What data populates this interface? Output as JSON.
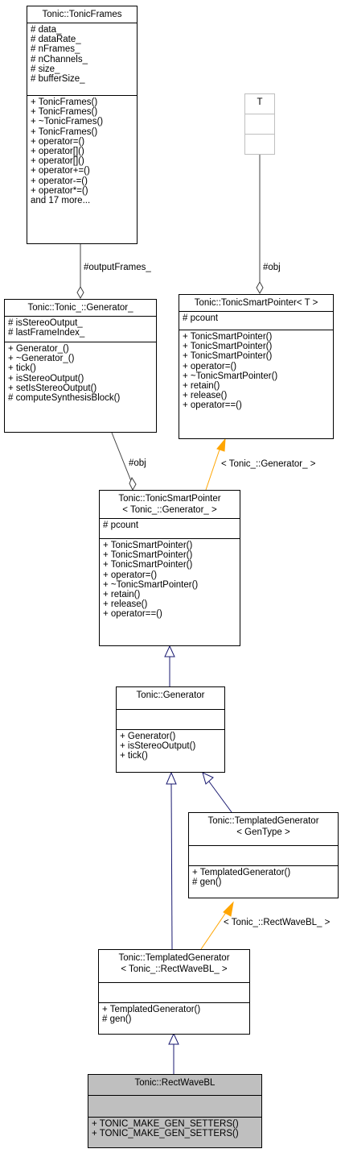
{
  "classes": {
    "tonic_frames": {
      "name": "Tonic::TonicFrames",
      "attributes": [
        "# data_",
        "# dataRate_",
        "# nFrames_",
        "# nChannels_",
        "# size_",
        "# bufferSize_"
      ],
      "methods": [
        "+ TonicFrames()",
        "+ TonicFrames()",
        "+ ~TonicFrames()",
        "+ TonicFrames()",
        "+ operator=()",
        "+ operator[]()",
        "+ operator[]()",
        "+ operator+=()",
        "+ operator-=()",
        "+ operator*=()",
        "and 17 more..."
      ]
    },
    "template_t": {
      "name": "T"
    },
    "generator_underscore": {
      "name": "Tonic::Tonic_::Generator_",
      "attributes": [
        "# isStereoOutput_",
        "# lastFrameIndex_"
      ],
      "methods": [
        "+ Generator_()",
        "+ ~Generator_()",
        "+ tick()",
        "+ isStereoOutput()",
        "+ setIsStereoOutput()",
        "# computeSynthesisBlock()"
      ]
    },
    "smart_pointer_t": {
      "name": "Tonic::TonicSmartPointer< T >",
      "attributes": [
        "# pcount"
      ],
      "methods": [
        "+ TonicSmartPointer()",
        "+ TonicSmartPointer()",
        "+ TonicSmartPointer()",
        "+ operator=()",
        "+ ~TonicSmartPointer()",
        "+ retain()",
        "+ release()",
        "+ operator==()"
      ]
    },
    "smart_pointer_gen": {
      "name_line1": "Tonic::TonicSmartPointer",
      "name_line2": "< Tonic_::Generator_ >",
      "attributes": [
        "# pcount"
      ],
      "methods": [
        "+ TonicSmartPointer()",
        "+ TonicSmartPointer()",
        "+ TonicSmartPointer()",
        "+ operator=()",
        "+ ~TonicSmartPointer()",
        "+ retain()",
        "+ release()",
        "+ operator==()"
      ]
    },
    "generator": {
      "name": "Tonic::Generator",
      "methods": [
        "+ Generator()",
        "+ isStereoOutput()",
        "+ tick()"
      ]
    },
    "templated_generator_gentype": {
      "name_line1": "Tonic::TemplatedGenerator",
      "name_line2": "< GenType >",
      "methods": [
        "+ TemplatedGenerator()",
        "# gen()"
      ]
    },
    "templated_generator_rect": {
      "name_line1": "Tonic::TemplatedGenerator",
      "name_line2": "< Tonic_::RectWaveBL_ >",
      "methods": [
        "+ TemplatedGenerator()",
        "# gen()"
      ]
    },
    "rect_wave_bl": {
      "name": "Tonic::RectWaveBL",
      "methods": [
        "+ TONIC_MAKE_GEN_SETTERS()",
        "+ TONIC_MAKE_GEN_SETTERS()"
      ]
    }
  },
  "edge_labels": {
    "output_frames": "#outputFrames_",
    "obj_t": "#obj",
    "obj_gen": "#obj",
    "bind_generator": "< Tonic_::Generator_ >",
    "bind_rect": "< Tonic_::RectWaveBL_ >"
  },
  "colors": {
    "inheritance_edge": "#191970",
    "template_edge": "#ffa500",
    "usage_edge": "#404040",
    "highlight_fill": "#bfbfbf",
    "template_box_border": "#bfbfbf"
  }
}
